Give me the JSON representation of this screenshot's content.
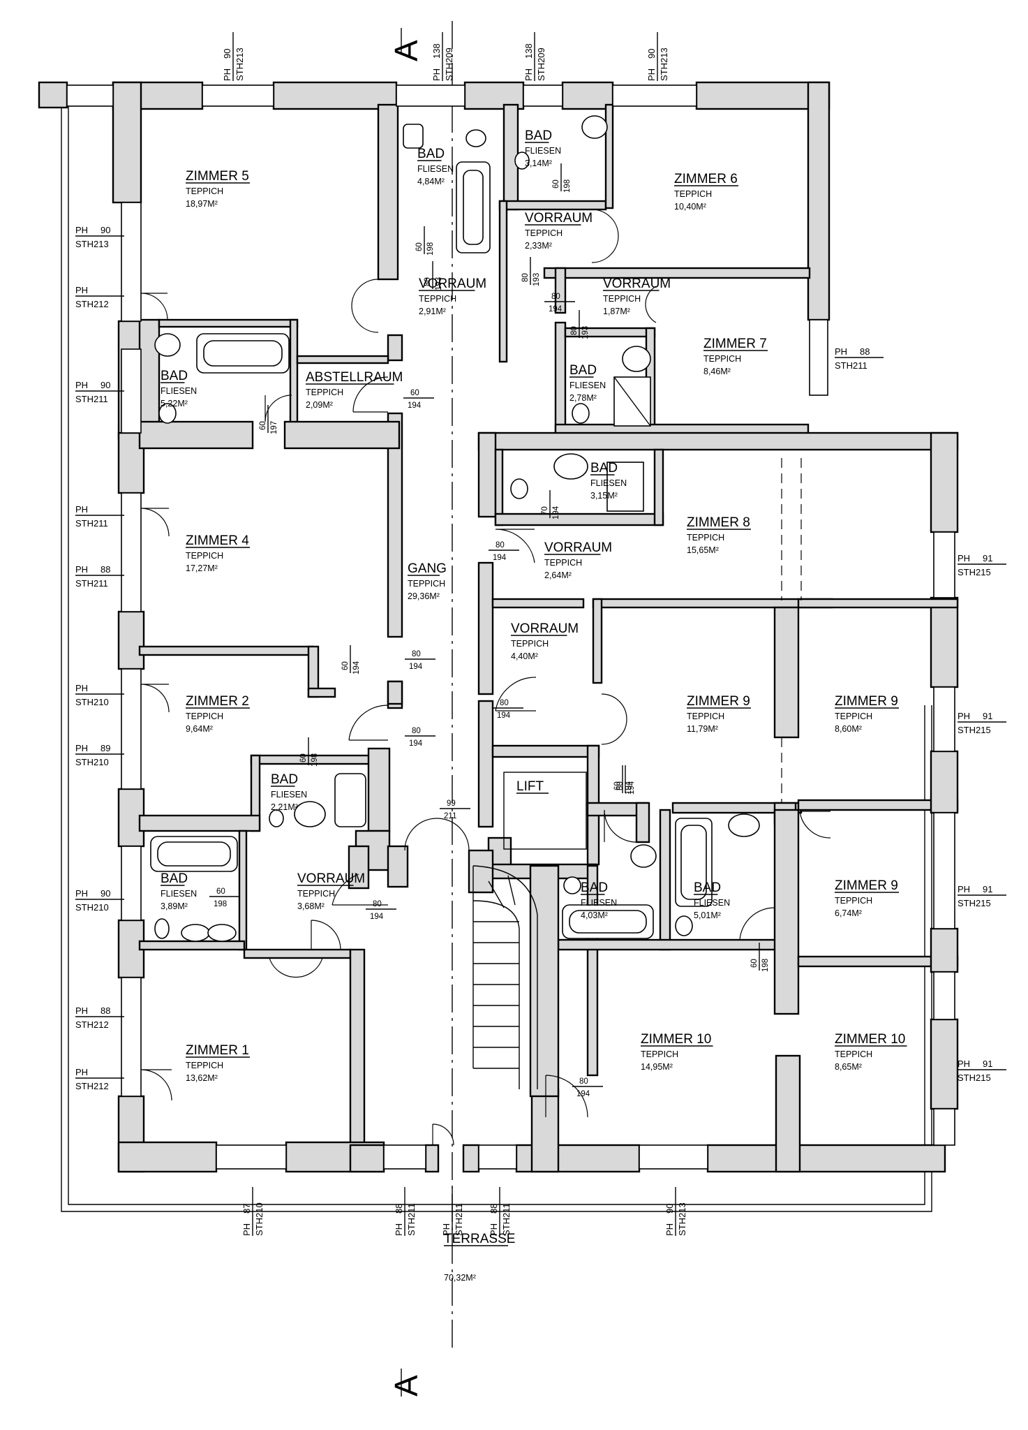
{
  "section_marker": "A",
  "rooms": [
    {
      "id": "zimmer5",
      "name": "ZIMMER 5",
      "floor": "TEPPICH",
      "area": "18,97M²"
    },
    {
      "id": "bad-a",
      "name": "BAD",
      "floor": "FLIESEN",
      "area": "4,84M²"
    },
    {
      "id": "bad-b",
      "name": "BAD",
      "floor": "FLIESEN",
      "area": "3,14M²"
    },
    {
      "id": "zimmer6",
      "name": "ZIMMER 6",
      "floor": "TEPPICH",
      "area": "10,40M²"
    },
    {
      "id": "vorraum-a",
      "name": "VORRAUM",
      "floor": "TEPPICH",
      "area": "2,33M²"
    },
    {
      "id": "vorraum-b",
      "name": "VORRAUM",
      "floor": "TEPPICH",
      "area": "2,91M²"
    },
    {
      "id": "vorraum-c",
      "name": "VORRAUM",
      "floor": "TEPPICH",
      "area": "1,87M²"
    },
    {
      "id": "zimmer7",
      "name": "ZIMMER 7",
      "floor": "TEPPICH",
      "area": "8,46M²"
    },
    {
      "id": "bad-c",
      "name": "BAD",
      "floor": "FLIESEN",
      "area": "5,22M²"
    },
    {
      "id": "abstellraum",
      "name": "ABSTELLRAUM",
      "floor": "TEPPICH",
      "area": "2,09M²"
    },
    {
      "id": "bad-d",
      "name": "BAD",
      "floor": "FLIESEN",
      "area": "2,78M²"
    },
    {
      "id": "bad-e",
      "name": "BAD",
      "floor": "FLIESEN",
      "area": "3,15M²"
    },
    {
      "id": "zimmer8",
      "name": "ZIMMER 8",
      "floor": "TEPPICH",
      "area": "15,65M²"
    },
    {
      "id": "zimmer4",
      "name": "ZIMMER 4",
      "floor": "TEPPICH",
      "area": "17,27M²"
    },
    {
      "id": "gang",
      "name": "GANG",
      "floor": "TEPPICH",
      "area": "29,36M²"
    },
    {
      "id": "vorraum-d",
      "name": "VORRAUM",
      "floor": "TEPPICH",
      "area": "2,64M²"
    },
    {
      "id": "vorraum-e",
      "name": "VORRAUM",
      "floor": "TEPPICH",
      "area": "4,40M²"
    },
    {
      "id": "zimmer2",
      "name": "ZIMMER 2",
      "floor": "TEPPICH",
      "area": "9,64M²"
    },
    {
      "id": "zimmer9a",
      "name": "ZIMMER 9",
      "floor": "TEPPICH",
      "area": "11,79M²"
    },
    {
      "id": "zimmer9b",
      "name": "ZIMMER 9",
      "floor": "TEPPICH",
      "area": "8,60M²"
    },
    {
      "id": "bad-f",
      "name": "BAD",
      "floor": "FLIESEN",
      "area": "2,21M²"
    },
    {
      "id": "lift",
      "name": "LIFT",
      "floor": "",
      "area": ""
    },
    {
      "id": "bad-g",
      "name": "BAD",
      "floor": "FLIESEN",
      "area": "3,89M²"
    },
    {
      "id": "vorraum-f",
      "name": "VORRAUM",
      "floor": "TEPPICH",
      "area": "3,68M²"
    },
    {
      "id": "bad-h",
      "name": "BAD",
      "floor": "FLIESEN",
      "area": "4,03M²"
    },
    {
      "id": "bad-i",
      "name": "BAD",
      "floor": "FLIESEN",
      "area": "5,01M²"
    },
    {
      "id": "zimmer9c",
      "name": "ZIMMER 9",
      "floor": "TEPPICH",
      "area": "6,74M²"
    },
    {
      "id": "zimmer1",
      "name": "ZIMMER 1",
      "floor": "TEPPICH",
      "area": "13,62M²"
    },
    {
      "id": "zimmer10a",
      "name": "ZIMMER 10",
      "floor": "TEPPICH",
      "area": "14,95M²"
    },
    {
      "id": "zimmer10b",
      "name": "ZIMMER 10",
      "floor": "TEPPICH",
      "area": "8,65M²"
    },
    {
      "id": "terrasse",
      "name": "TERRASSE",
      "floor": "",
      "area": "70,32M²"
    }
  ],
  "window_labels": [
    {
      "a": "PH",
      "b": "90",
      "c": "STH213"
    },
    {
      "a": "PH",
      "b": "138",
      "c": "STH209"
    },
    {
      "a": "PH",
      "b": "138",
      "c": "STH209"
    },
    {
      "a": "PH",
      "b": "90",
      "c": "STH213"
    },
    {
      "a": "PH",
      "b": "90",
      "c": "STH213"
    },
    {
      "a": "PH",
      "b": "",
      "c": "STH212"
    },
    {
      "a": "PH",
      "b": "90",
      "c": "STH211"
    },
    {
      "a": "PH",
      "b": "",
      "c": "STH211"
    },
    {
      "a": "PH",
      "b": "88",
      "c": "STH211"
    },
    {
      "a": "PH",
      "b": "",
      "c": "STH210"
    },
    {
      "a": "PH",
      "b": "89",
      "c": "STH210"
    },
    {
      "a": "PH",
      "b": "90",
      "c": "STH210"
    },
    {
      "a": "PH",
      "b": "88",
      "c": "STH212"
    },
    {
      "a": "PH",
      "b": "",
      "c": "STH212"
    },
    {
      "a": "PH",
      "b": "88",
      "c": "STH211"
    },
    {
      "a": "PH",
      "b": "91",
      "c": "STH215"
    },
    {
      "a": "PH",
      "b": "91",
      "c": "STH215"
    },
    {
      "a": "PH",
      "b": "91",
      "c": "STH215"
    },
    {
      "a": "PH",
      "b": "91",
      "c": "STH215"
    },
    {
      "a": "PH",
      "b": "87",
      "c": "STH210"
    },
    {
      "a": "PH",
      "b": "88",
      "c": "STH211"
    },
    {
      "a": "PH",
      "b": "",
      "c": "STH211"
    },
    {
      "a": "PH",
      "b": "88",
      "c": "STH211"
    },
    {
      "a": "PH",
      "b": "90",
      "c": "STH213"
    }
  ],
  "door_dims": [
    {
      "w": "60",
      "h": "198"
    },
    {
      "w": "60",
      "h": "198"
    },
    {
      "w": "80",
      "h": "193"
    },
    {
      "w": "80",
      "h": "193"
    },
    {
      "w": "80",
      "h": "194"
    },
    {
      "w": "80",
      "h": "193"
    },
    {
      "w": "60",
      "h": "197"
    },
    {
      "w": "60",
      "h": "194"
    },
    {
      "w": "70",
      "h": "194"
    },
    {
      "w": "80",
      "h": "194"
    },
    {
      "w": "60",
      "h": "194"
    },
    {
      "w": "80",
      "h": "194"
    },
    {
      "w": "80",
      "h": "194"
    },
    {
      "w": "80",
      "h": "194"
    },
    {
      "w": "60",
      "h": "198"
    },
    {
      "w": "60",
      "h": "194"
    },
    {
      "w": "60",
      "h": "194"
    },
    {
      "w": "99",
      "h": "211"
    },
    {
      "w": "60",
      "h": "198"
    },
    {
      "w": "80",
      "h": "194"
    },
    {
      "w": "60",
      "h": "198"
    },
    {
      "w": "80",
      "h": "194"
    }
  ]
}
